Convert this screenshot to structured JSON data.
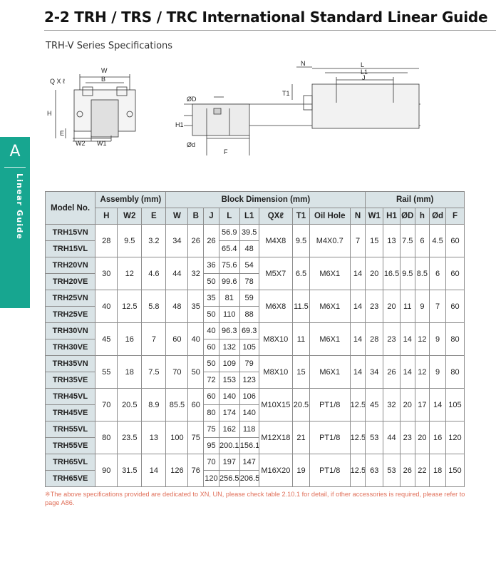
{
  "header": {
    "title": "2-2 TRH / TRS / TRC International Standard Linear Guide",
    "subtitle": "TRH-V Series Specifications"
  },
  "side_tab": {
    "letter": "A",
    "label": "Linear Guide",
    "color": "#17a690"
  },
  "diagram_labels": {
    "front": {
      "qxl": "Q X ℓ",
      "w": "W",
      "b": "B",
      "h": "H",
      "e": "E",
      "w2": "W2",
      "w1": "W1"
    },
    "side": {
      "od_upper": "ØD",
      "h1": "H1",
      "od_lower": "Ød",
      "f": "F"
    },
    "top": {
      "n": "N",
      "l": "L",
      "l1": "L1",
      "j": "J",
      "t1": "T1"
    }
  },
  "table": {
    "group_headers": {
      "model": "Model No.",
      "assembly": "Assembly (mm)",
      "block": "Block Dimension (mm)",
      "rail": "Rail (mm)"
    },
    "columns": [
      "H",
      "W2",
      "E",
      "W",
      "B",
      "J",
      "L",
      "L1",
      "QXℓ",
      "T1",
      "Oil Hole",
      "N",
      "W1",
      "H1",
      "ØD",
      "h",
      "Ød",
      "F"
    ],
    "groups": [
      {
        "models": [
          "TRH15VN",
          "TRH15VL"
        ],
        "H": "28",
        "W2": "9.5",
        "E": "3.2",
        "W": "34",
        "B": "26",
        "J": [
          "26"
        ],
        "L": [
          "56.9",
          "65.4"
        ],
        "L1": [
          "39.5",
          "48"
        ],
        "QXl": "M4X8",
        "T1": "9.5",
        "oil": "M4X0.7",
        "N": "7",
        "W1": "15",
        "H1": "13",
        "OD": "7.5",
        "h": "6",
        "Od": "4.5",
        "F": "60"
      },
      {
        "models": [
          "TRH20VN",
          "TRH20VE"
        ],
        "H": "30",
        "W2": "12",
        "E": "4.6",
        "W": "44",
        "B": "32",
        "J": [
          "36",
          "50"
        ],
        "L": [
          "75.6",
          "99.6"
        ],
        "L1": [
          "54",
          "78"
        ],
        "QXl": "M5X7",
        "T1": "6.5",
        "oil": "M6X1",
        "N": "14",
        "W1": "20",
        "H1": "16.5",
        "OD": "9.5",
        "h": "8.5",
        "Od": "6",
        "F": "60"
      },
      {
        "models": [
          "TRH25VN",
          "TRH25VE"
        ],
        "H": "40",
        "W2": "12.5",
        "E": "5.8",
        "W": "48",
        "B": "35",
        "J": [
          "35",
          "50"
        ],
        "L": [
          "81",
          "110"
        ],
        "L1": [
          "59",
          "88"
        ],
        "QXl": "M6X8",
        "T1": "11.5",
        "oil": "M6X1",
        "N": "14",
        "W1": "23",
        "H1": "20",
        "OD": "11",
        "h": "9",
        "Od": "7",
        "F": "60"
      },
      {
        "models": [
          "TRH30VN",
          "TRH30VE"
        ],
        "H": "45",
        "W2": "16",
        "E": "7",
        "W": "60",
        "B": "40",
        "J": [
          "40",
          "60"
        ],
        "L": [
          "96.3",
          "132"
        ],
        "L1": [
          "69.3",
          "105"
        ],
        "QXl": "M8X10",
        "T1": "11",
        "oil": "M6X1",
        "N": "14",
        "W1": "28",
        "H1": "23",
        "OD": "14",
        "h": "12",
        "Od": "9",
        "F": "80"
      },
      {
        "models": [
          "TRH35VN",
          "TRH35VE"
        ],
        "H": "55",
        "W2": "18",
        "E": "7.5",
        "W": "70",
        "B": "50",
        "J": [
          "50",
          "72"
        ],
        "L": [
          "109",
          "153"
        ],
        "L1": [
          "79",
          "123"
        ],
        "QXl": "M8X10",
        "T1": "15",
        "oil": "M6X1",
        "N": "14",
        "W1": "34",
        "H1": "26",
        "OD": "14",
        "h": "12",
        "Od": "9",
        "F": "80"
      },
      {
        "models": [
          "TRH45VL",
          "TRH45VE"
        ],
        "H": "70",
        "W2": "20.5",
        "E": "8.9",
        "W": "85.5",
        "B": "60",
        "J": [
          "60",
          "80"
        ],
        "L": [
          "140",
          "174"
        ],
        "L1": [
          "106",
          "140"
        ],
        "QXl": "M10X15",
        "T1": "20.5",
        "oil": "PT1/8",
        "N": "12.5",
        "W1": "45",
        "H1": "32",
        "OD": "20",
        "h": "17",
        "Od": "14",
        "F": "105"
      },
      {
        "models": [
          "TRH55VL",
          "TRH55VE"
        ],
        "H": "80",
        "W2": "23.5",
        "E": "13",
        "W": "100",
        "B": "75",
        "J": [
          "75",
          "95"
        ],
        "L": [
          "162",
          "200.1"
        ],
        "L1": [
          "118",
          "156.1"
        ],
        "QXl": "M12X18",
        "T1": "21",
        "oil": "PT1/8",
        "N": "12.5",
        "W1": "53",
        "H1": "44",
        "OD": "23",
        "h": "20",
        "Od": "16",
        "F": "120"
      },
      {
        "models": [
          "TRH65VL",
          "TRH65VE"
        ],
        "H": "90",
        "W2": "31.5",
        "E": "14",
        "W": "126",
        "B": "76",
        "J": [
          "70",
          "120"
        ],
        "L": [
          "197",
          "256.5"
        ],
        "L1": [
          "147",
          "206.5"
        ],
        "QXl": "M16X20",
        "T1": "19",
        "oil": "PT1/8",
        "N": "12.5",
        "W1": "63",
        "H1": "53",
        "OD": "26",
        "h": "22",
        "Od": "18",
        "F": "150"
      }
    ]
  },
  "note": "※The above specifications provided are dedicated to XN, UN, please check table 2.10.1 for detail, if other accessories is required, please refer to page A86."
}
